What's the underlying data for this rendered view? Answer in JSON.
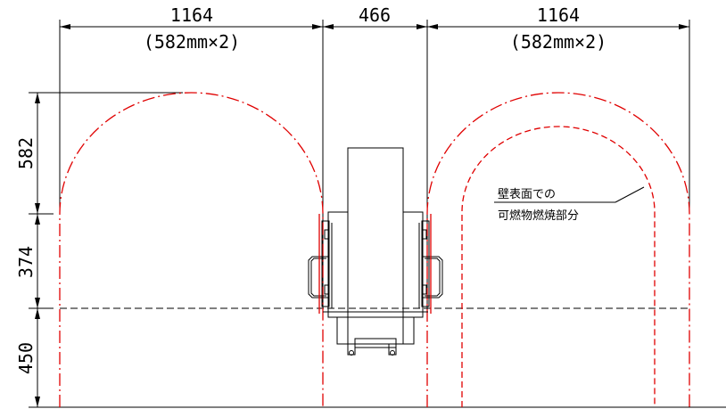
{
  "dimensions": {
    "top_left": {
      "value": "1164",
      "detail": "(582mm×2)"
    },
    "top_center": {
      "value": "466"
    },
    "top_right": {
      "value": "1164",
      "detail": "(582mm×2)"
    },
    "left_upper": "582",
    "left_middle": "374",
    "left_lower": "450"
  },
  "annotation": {
    "line1": "壁表面での",
    "line2": "可燃物燃焼部分"
  },
  "colors": {
    "line": "#000000",
    "combustion_zone": "#e00000"
  }
}
